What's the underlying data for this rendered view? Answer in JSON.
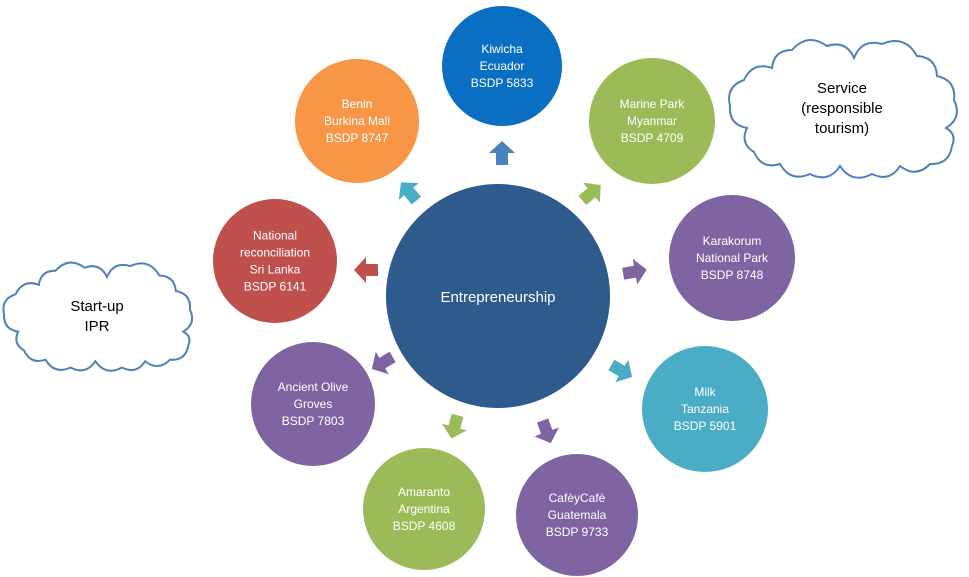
{
  "center": {
    "label": "Entrepreneurship",
    "color": "#2e5a8c"
  },
  "nodes": [
    {
      "id": "kiwicha",
      "lines": [
        "Kiwicha",
        "Ecuador",
        "BSDP 5833"
      ],
      "color": "#0a6fc2",
      "arrow_color": "#4a81bf"
    },
    {
      "id": "marine-park",
      "lines": [
        "Marine Park",
        "Myanmar",
        "BSDP 4709"
      ],
      "color": "#9bbb59",
      "arrow_color": "#9bbb59"
    },
    {
      "id": "karakorum",
      "lines": [
        "Karakorum",
        "National Park",
        "BSDP 8748"
      ],
      "color": "#8064a2",
      "arrow_color": "#8064a2"
    },
    {
      "id": "milk",
      "lines": [
        "Milk",
        "Tanzania",
        "BSDP 5901"
      ],
      "color": "#4bacc6",
      "arrow_color": "#4bacc6"
    },
    {
      "id": "cafe",
      "lines": [
        "CafèyCafè",
        "Guatemala",
        "BSDP 9733"
      ],
      "color": "#8064a2",
      "arrow_color": "#8064a2"
    },
    {
      "id": "amaranto",
      "lines": [
        "Amaranto",
        "Argentina",
        "BSDP 4608"
      ],
      "color": "#9bbb59",
      "arrow_color": "#9bbb59"
    },
    {
      "id": "olive",
      "lines": [
        "Ancient Olive",
        "Groves",
        "BSDP 7803"
      ],
      "color": "#8064a2",
      "arrow_color": "#8064a2"
    },
    {
      "id": "reconciliation",
      "lines": [
        "National",
        "reconciliation",
        "Sri Lanka",
        "BSDP 6141"
      ],
      "color": "#c0504d",
      "arrow_color": "#c0504d"
    },
    {
      "id": "benin",
      "lines": [
        "Benin",
        "Burkina Mali",
        "BSDP 8747"
      ],
      "color": "#f79646",
      "arrow_color": "#4bacc6"
    }
  ],
  "clouds": [
    {
      "id": "service",
      "lines": [
        "Service",
        "(responsible",
        "tourism)"
      ]
    },
    {
      "id": "startup",
      "lines": [
        "Start-up",
        "IPR"
      ]
    }
  ]
}
